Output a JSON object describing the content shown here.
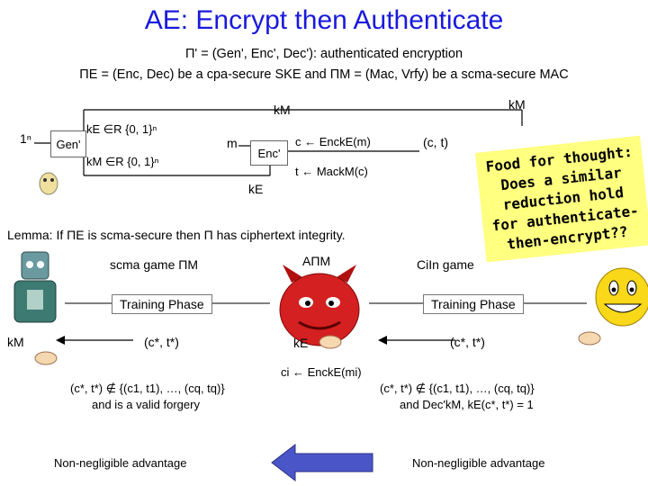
{
  "slide": {
    "title": "AE: Encrypt then Authenticate",
    "subtitle_line1": "Π' = (Gen', Enc', Dec'): authenticated encryption",
    "subtitle_line2": "ΠE = (Enc, Dec) be a cpa-secure SKE and ΠM = (Mac, Vrfy) be a scma-secure MAC"
  },
  "scheme": {
    "one_n": "1ⁿ",
    "gen_box": "Gen'",
    "kE_sample": "kE ∈R {0, 1}ⁿ",
    "kM_sample": "kM ∈R {0, 1}ⁿ",
    "m_label": "m",
    "enc_box": "Enc'",
    "kE_label": "kE",
    "kM_top": "kM",
    "kM_right": "kM",
    "c_assign": "c ← EnckE(m)",
    "t_assign": "t ← MackM(c)",
    "ct_pair": "(c, t)"
  },
  "note": {
    "text": "Food for thought: Does a similar reduction hold for authenticate-then-encrypt??"
  },
  "lemma": "Lemma: If ΠE is scma-secure then Π has ciphertext integrity.",
  "left_game": {
    "title": "scma game ΠM",
    "phase": "Training Phase",
    "kM": "kM",
    "pair": "(c*, t*)",
    "cond1": "(c*, t*) ∉ {(c1, t1), …, (cq, tq)}",
    "cond2": "and is a valid forgery",
    "result": "Non-negligible advantage"
  },
  "adversary": {
    "label": "AΠM",
    "kE": "kE",
    "ci_assign": "ci ← EnckE(mi)"
  },
  "right_game": {
    "title": "CiIn game",
    "phase": "Training Phase",
    "pair": "(c*, t*)",
    "cond1": "(c*, t*) ∉ {(c1, t1), …, (cq, tq)}",
    "cond2": "and Dec'kM, kE(c*, t*) = 1",
    "result": "Non-negligible advantage"
  },
  "colors": {
    "title": "#1a1adc",
    "note_bg": "#ffff80",
    "arrow": "#4a56c8",
    "devil": "#d42020"
  }
}
